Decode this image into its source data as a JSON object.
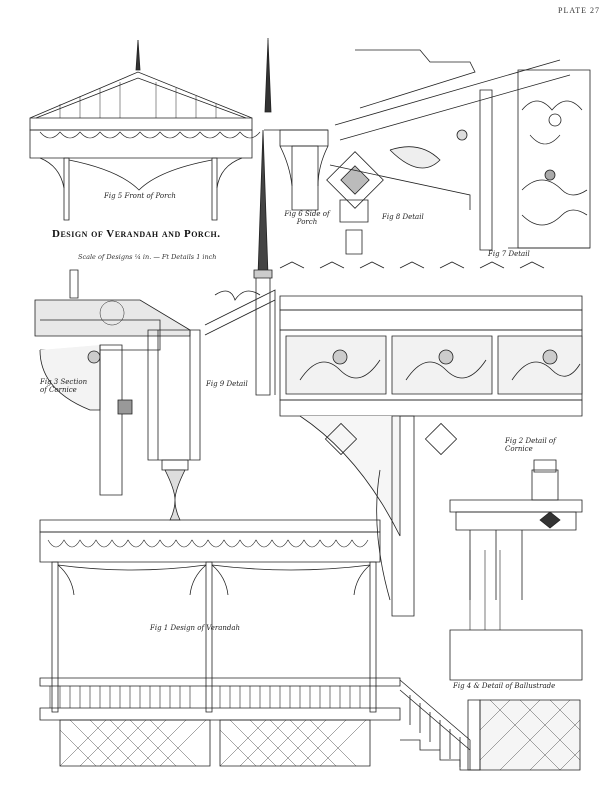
{
  "plate": {
    "number": "PLATE 27",
    "title": "Design of Verandah and Porch.",
    "scale_note": "Scale of Designs ¼ in. — Ft Details 1 inch"
  },
  "figures": {
    "fig1": "Fig 1 Design of Verandah",
    "fig2": "Fig 2 Detail of Cornice",
    "fig3": "Fig 3 Section of Cornice",
    "fig4": "Fig 4 & Detail of Ballustrade",
    "fig5": "Fig 5 Front of Porch",
    "fig6": "Fig 6 Side of Porch",
    "fig7": "Fig 7 Detail",
    "fig8": "Fig 8 Detail",
    "fig9": "Fig 9 Detail"
  }
}
